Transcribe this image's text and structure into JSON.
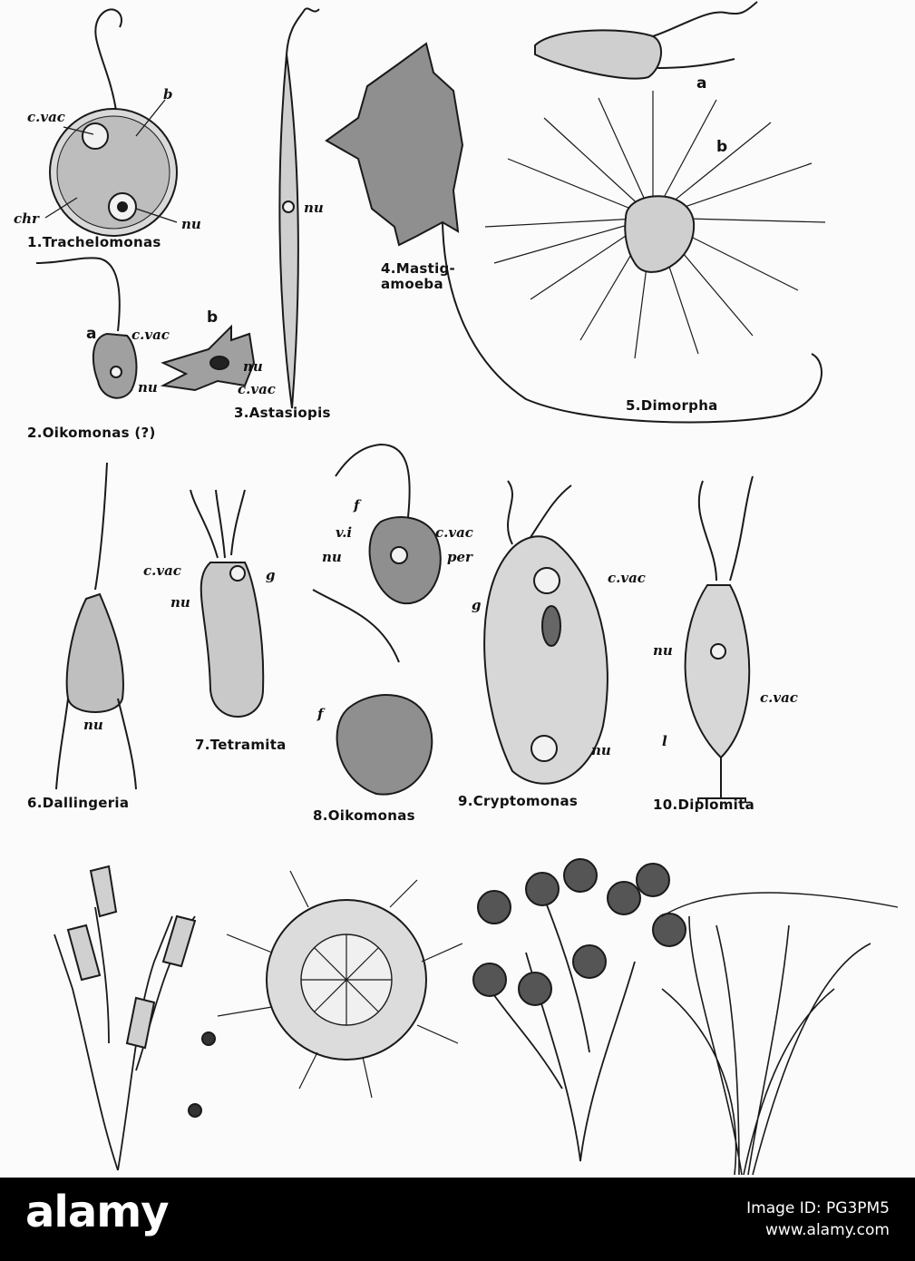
{
  "figures": [
    {
      "id": "1",
      "caption": "1.Trachelomonas",
      "labels": [
        "c.vac",
        "b",
        "chr",
        "nu"
      ]
    },
    {
      "id": "2",
      "caption": "2.Oikomonas (?)",
      "labels": [
        "a",
        "c.vac",
        "nu",
        "b",
        "nu",
        "c.vac"
      ]
    },
    {
      "id": "3",
      "caption": "3.Astasiopis",
      "labels": [
        "nu"
      ]
    },
    {
      "id": "4",
      "caption": "4.Mastig-\namoeba",
      "labels": []
    },
    {
      "id": "5",
      "caption": "5.Dimorpha",
      "labels": [
        "a",
        "b"
      ]
    },
    {
      "id": "6",
      "caption": "6.Dallingeria",
      "labels": [
        "nu"
      ]
    },
    {
      "id": "7",
      "caption": "7.Tetramita",
      "labels": [
        "c.vac",
        "g",
        "nu"
      ]
    },
    {
      "id": "8",
      "caption": "8.Oikomonas",
      "labels": [
        "f",
        "v.i",
        "c.vac",
        "nu",
        "f"
      ]
    },
    {
      "id": "9",
      "caption": "9.Cryptomonas",
      "labels": [
        "per",
        "c.vac",
        "g",
        "nu"
      ]
    },
    {
      "id": "10",
      "caption": "10.Diplomita",
      "labels": [
        "nu",
        "c.vac",
        "l"
      ]
    }
  ],
  "footer": {
    "logo": "alamy",
    "image_id": "Image ID: PG3PM5",
    "url": "www.alamy.com"
  }
}
